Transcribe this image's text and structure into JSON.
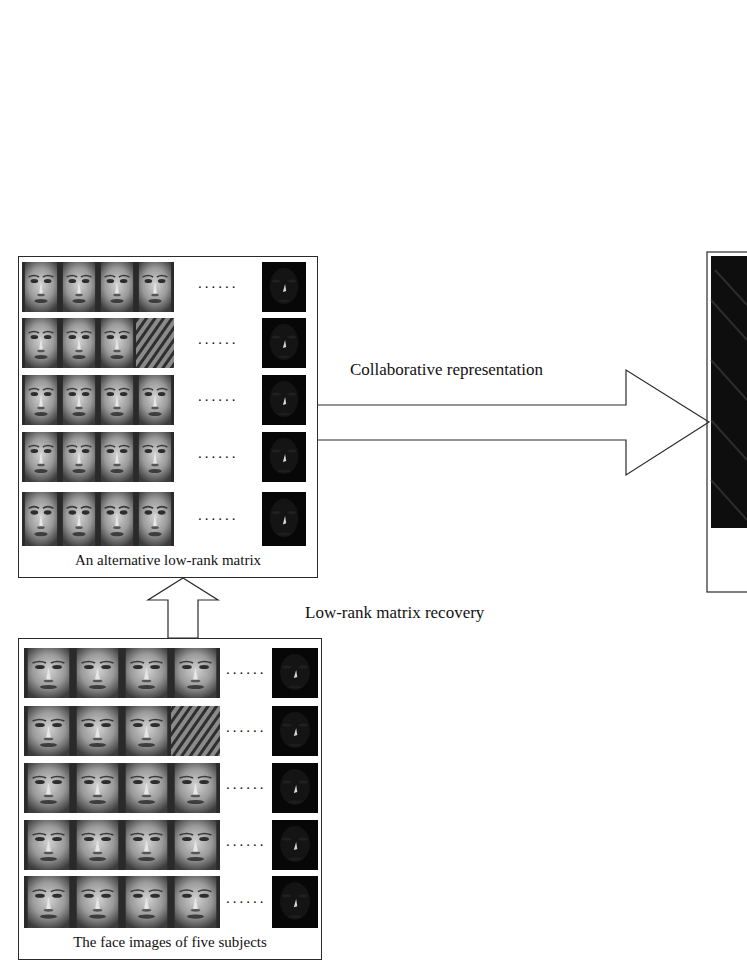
{
  "diagram": {
    "nodes": [
      {
        "text": [
          "An alternative low-rank matrix"
        ]
      },
      {
        "text": [
          "The face images of five subjects"
        ]
      }
    ],
    "edges": [
      {
        "from": 1,
        "to": 0,
        "arrow": "to",
        "label": "Low-rank matrix recovery"
      }
    ],
    "labels": [
      "Collaborative representation",
      "......",
      "......",
      "......",
      "......",
      "......",
      "......",
      "......",
      "......",
      "......",
      "......"
    ]
  }
}
